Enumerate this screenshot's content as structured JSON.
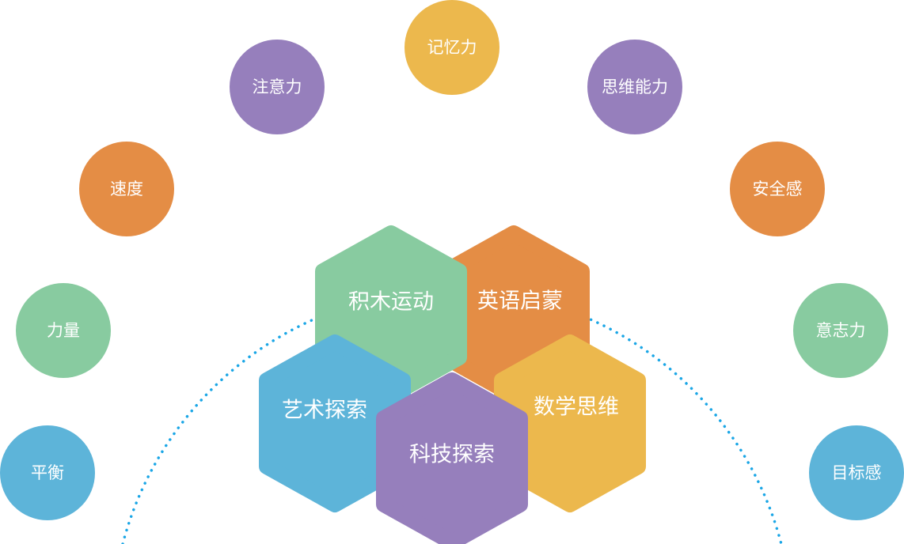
{
  "colors": {
    "blue": "#5db4d9",
    "green": "#88cba0",
    "orange": "#e48d45",
    "purple": "#967fbc",
    "yellow": "#ecb84d",
    "arc": "#1aa6e6"
  },
  "outer_circles": [
    {
      "label": "平衡",
      "color": "blue"
    },
    {
      "label": "力量",
      "color": "green"
    },
    {
      "label": "速度",
      "color": "orange"
    },
    {
      "label": "注意力",
      "color": "purple"
    },
    {
      "label": "记忆力",
      "color": "yellow"
    },
    {
      "label": "思维能力",
      "color": "purple"
    },
    {
      "label": "安全感",
      "color": "orange"
    },
    {
      "label": "意志力",
      "color": "green"
    },
    {
      "label": "目标感",
      "color": "blue"
    }
  ],
  "hexagons": [
    {
      "label": "英语启蒙",
      "color": "orange"
    },
    {
      "label": "积木运动",
      "color": "green"
    },
    {
      "label": "数学思维",
      "color": "yellow"
    },
    {
      "label": "艺术探索",
      "color": "blue"
    },
    {
      "label": "科技探索",
      "color": "purple"
    }
  ]
}
